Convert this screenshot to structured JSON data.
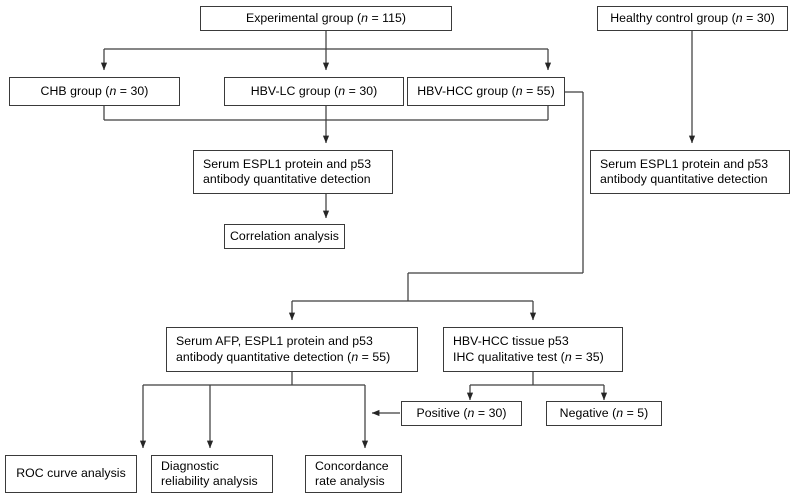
{
  "diagram": {
    "title": "Study design flowchart",
    "type": "flowchart",
    "style": {
      "box_border_color": "#3a3a3a",
      "box_fill_color": "#ffffff",
      "line_color": "#3f3f3f",
      "text_color": "#000000"
    },
    "nodes": {
      "experimental_group": "Experimental group (n = 115)",
      "healthy_control_group": "Healthy control group (n = 30)",
      "chb_group": "CHB group (n = 30)",
      "hbv_lc_group": "HBV-LC group (n = 30)",
      "hbv_hcc_group": "HBV-HCC group (n = 55)",
      "serum_detection_left": "Serum ESPL1 protein and p53\nantibody quantitative detection",
      "serum_detection_right": "Serum ESPL1 protein and p53\nantibody quantitative detection",
      "correlation_analysis": "Correlation analysis",
      "serum_afp_detection": "Serum AFP, ESPL1 protein and p53\nantibody  quantitative detection (n = 55)",
      "hbv_hcc_tissue_ihc": "HBV-HCC tissue p53\nIHC qualitative test (n = 35)",
      "positive": "Positive (n = 30)",
      "negative": "Negative (n = 5)",
      "roc_curve_analysis": "ROC curve analysis",
      "diagnostic_reliability_analysis": "Diagnostic\nreliability analysis",
      "concordance_rate_analysis": "Concordance\nrate analysis"
    },
    "sample_sizes": {
      "experimental_group": 115,
      "healthy_control_group": 30,
      "chb_group": 30,
      "hbv_lc_group": 30,
      "hbv_hcc_group": 55,
      "serum_afp_detection": 55,
      "hbv_hcc_tissue_ihc": 35,
      "positive": 30,
      "negative": 5
    }
  }
}
